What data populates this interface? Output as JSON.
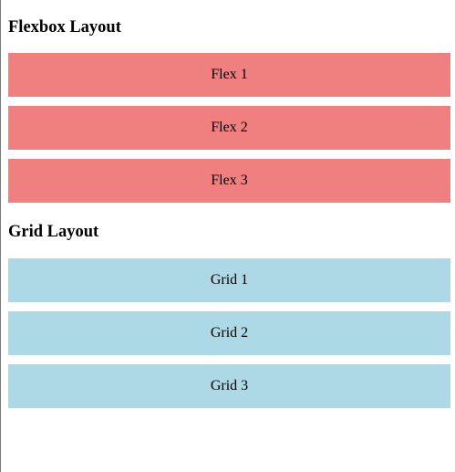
{
  "flexbox": {
    "title": "Flexbox Layout",
    "items": [
      "Flex 1",
      "Flex 2",
      "Flex 3"
    ],
    "color": "#f08080"
  },
  "grid": {
    "title": "Grid Layout",
    "items": [
      "Grid 1",
      "Grid 2",
      "Grid 3"
    ],
    "color": "#add8e6"
  }
}
